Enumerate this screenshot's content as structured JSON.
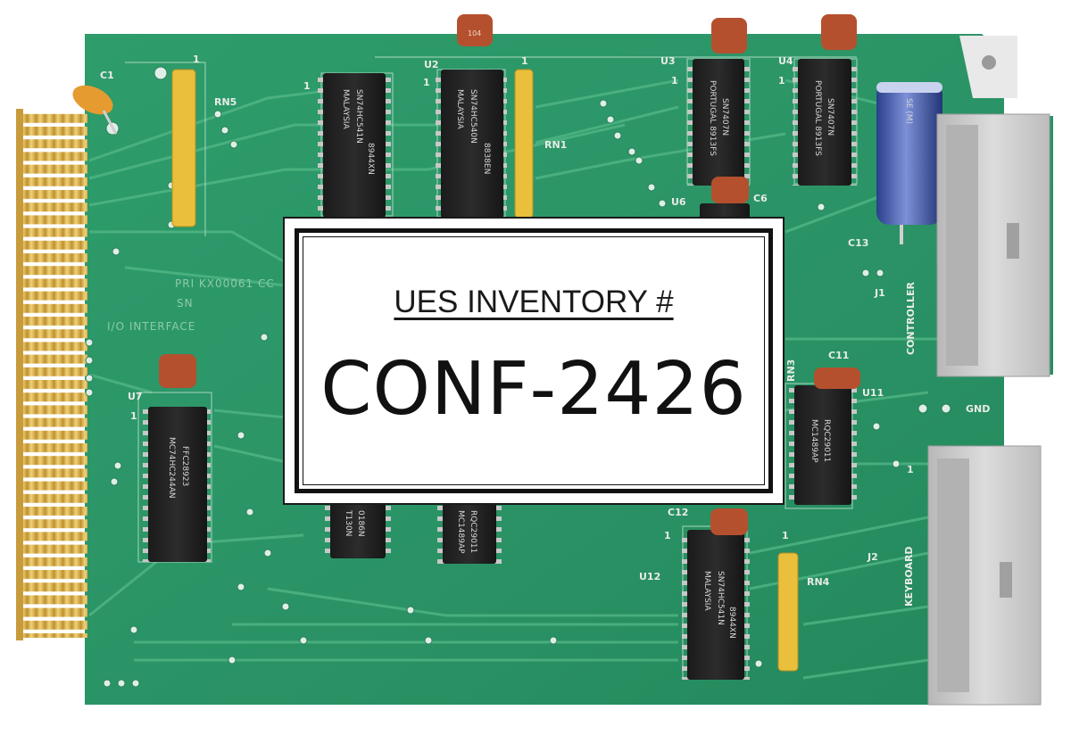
{
  "board": {
    "silkscreen": {
      "c1": "C1",
      "rn5": "RN5",
      "u2": "U2",
      "rn1": "RN1",
      "u3": "U3",
      "u4": "U4",
      "u6": "U6",
      "c6": "C6",
      "c13": "C13",
      "j1": "J1",
      "controller": "CONTROLLER",
      "part_number": "PRI  KX00061  CC",
      "serial": "SN",
      "io_interface": "I/O INTERFACE",
      "u7": "U7",
      "rn3": "RN3",
      "c11": "C11",
      "u11": "U11",
      "gnd": "GND",
      "c12": "C12",
      "u12": "U12",
      "rn4": "RN4",
      "j2": "J2",
      "keyboard": "KEYBOARD",
      "pin1": "1"
    },
    "chips": {
      "u1_line1": "MALAYSIA",
      "u1_line2": "SN74HC541N",
      "u1_line3": "8944XN",
      "u2_line1": "MALAYSIA",
      "u2_line2": "SN74HC540N",
      "u2_line3": "8838EN",
      "u3_line1": "PORTUGAL 8913FS",
      "u3_line2": "SN7407N",
      "u4_line1": "PORTUGAL 8913FS",
      "u4_line2": "SN7407N",
      "u7_line1": "MC74HC244AN",
      "u7_line2": "FFC28923",
      "u11_line1": "MC1489AP",
      "u11_line2": "RQC29011",
      "u12_line1": "MALAYSIA",
      "u12_line2": "SN74HC541N",
      "u12_line3": "8944XN",
      "u9_line1": "MC1489AP",
      "u9_line2": "RQC29011",
      "u8_line1": "T130N",
      "u8_line2": "0186N"
    },
    "capacitor_code": "104",
    "electrolytic_text": "SE (M)"
  },
  "label": {
    "heading": "UES INVENTORY #",
    "number": "CONF-2426"
  },
  "colors": {
    "pcb_green": "#2f9a6a",
    "gold_fingers": "#d8b24a",
    "label_border": "#111111",
    "connector_grey": "#c9c9c9"
  }
}
